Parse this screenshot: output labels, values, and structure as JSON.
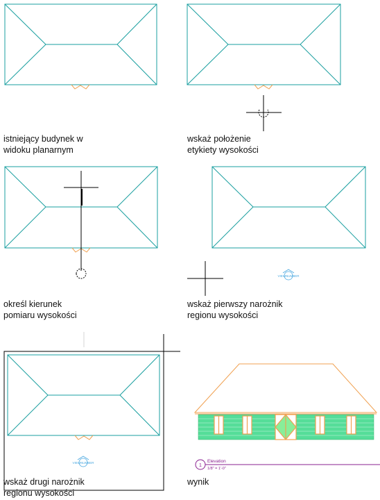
{
  "steps": [
    {
      "line1": "istniejący budynek w",
      "line2": "widoku planarnym"
    },
    {
      "line1": "wskaż położenie",
      "line2": "etykiety wysokości"
    },
    {
      "line1": "określ kierunek",
      "line2": "pomiaru wysokości"
    },
    {
      "line1": "wskaż pierwszy narożnik",
      "line2": "regionu wysokości"
    },
    {
      "line1": "wskaż drugi narożnik",
      "line2": "regionu wysokości"
    },
    {
      "line1": "wynik",
      "line2": ""
    }
  ],
  "tag_text": "VIEWNUMBER",
  "elevation_tag": {
    "number": "1",
    "title": "Elevation",
    "scale": "1/8\" = 1'-0\""
  },
  "colors": {
    "roof": "#1a9fa0",
    "door": "#f0a050",
    "black": "#000000",
    "tag": "#4aa8e0",
    "elev_roof": "#f0a050",
    "elev_wall": "#55dd99",
    "elev_line": "#8a2090"
  }
}
